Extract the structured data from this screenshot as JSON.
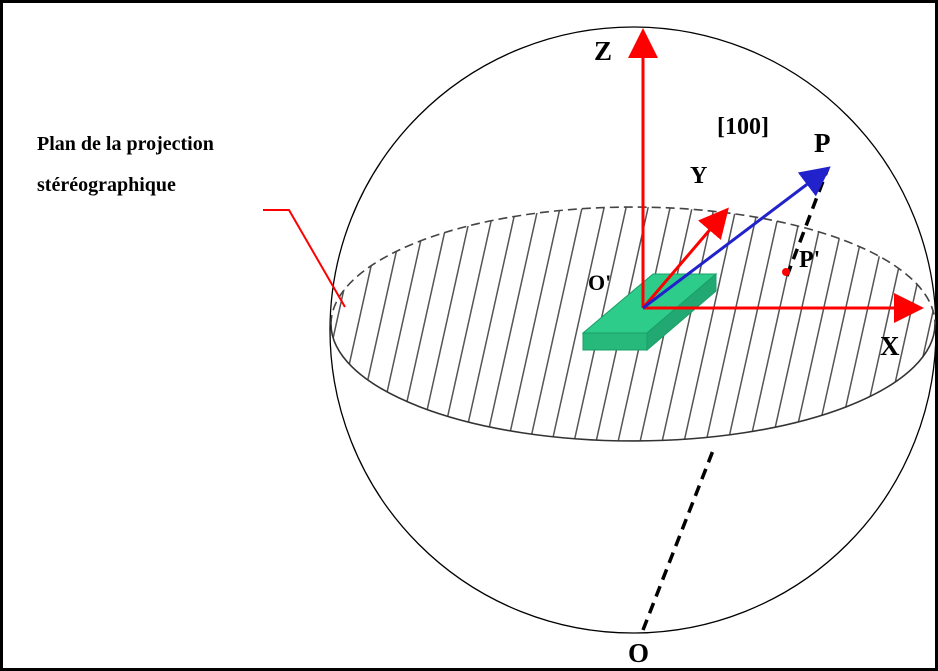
{
  "caption": {
    "line1": "Plan de la projection",
    "line2": "stéréographique"
  },
  "labels": {
    "z_axis": "Z",
    "y_axis": "Y",
    "x_axis": "X",
    "direction": "[100]",
    "point_p": "P",
    "point_p_prime": "P'",
    "center_o_prime": "O'",
    "south_pole_o": "O"
  },
  "colors": {
    "axes": "#ff0000",
    "direction_vector": "#2222cc",
    "crystal": "#2ecc8a",
    "projection_line": "#000000",
    "sphere": "#000000",
    "hatch": "#555555"
  }
}
